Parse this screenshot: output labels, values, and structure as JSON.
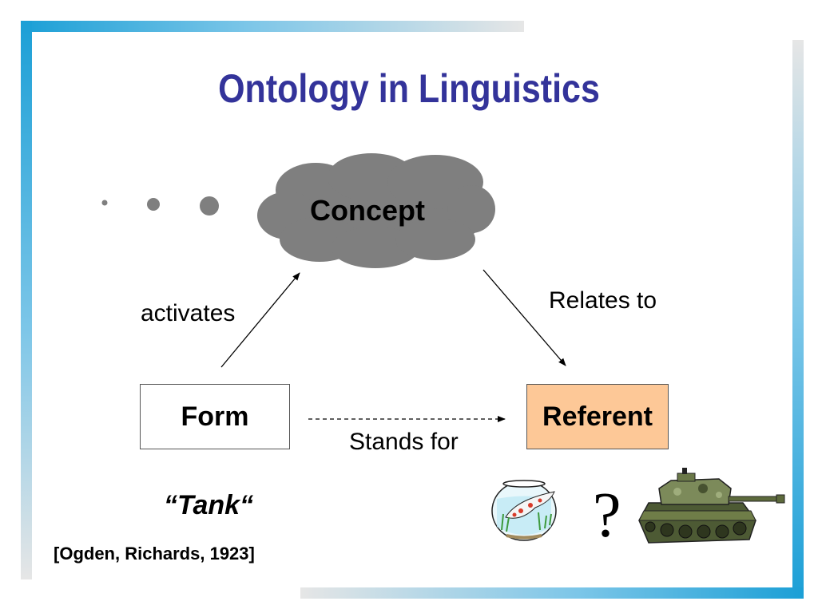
{
  "slide": {
    "title": "Ontology in Linguistics",
    "citation": "[Ogden, Richards, 1923]"
  },
  "diagram": {
    "concept": "Concept",
    "form": "Form",
    "referent": "Referent",
    "edge_activates": "activates",
    "edge_relates_to": "Relates to",
    "edge_stands_for": "Stands for",
    "example_word": "“Tank“",
    "question_mark": "?"
  },
  "colors": {
    "title": "#33339a",
    "concept_cloud": "#7f7f7f",
    "referent_fill": "#fdc897",
    "frame_accent": "#1b9fd6"
  },
  "images": {
    "fishbowl": "fishbowl-icon",
    "tank": "tank-icon"
  }
}
